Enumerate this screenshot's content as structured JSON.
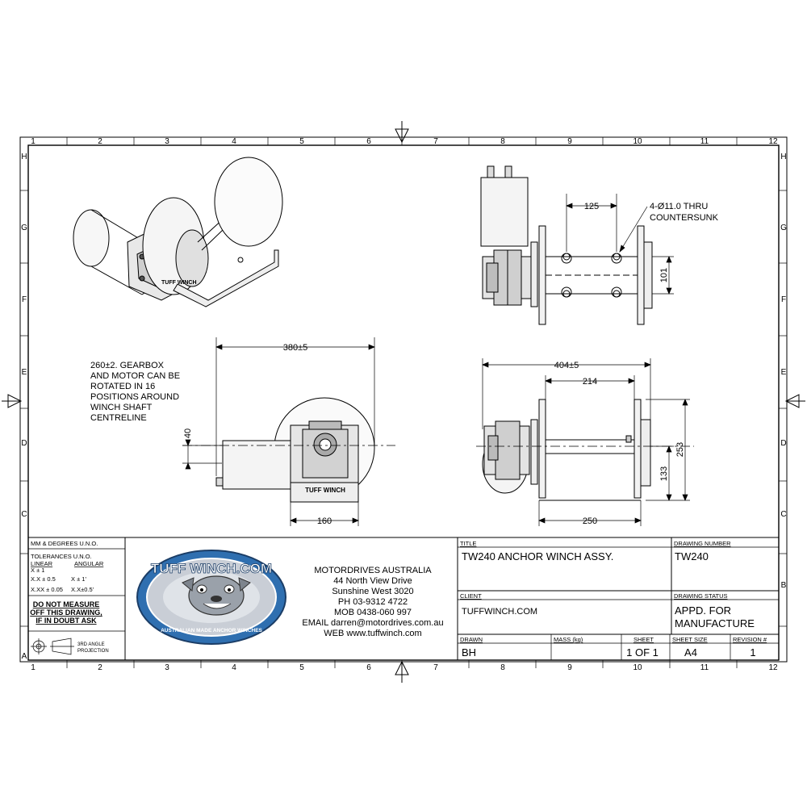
{
  "border": {
    "col_labels": [
      "1",
      "2",
      "3",
      "4",
      "5",
      "6",
      "7",
      "8",
      "9",
      "10",
      "11",
      "12"
    ],
    "row_labels": [
      "H",
      "G",
      "F",
      "E",
      "D",
      "C",
      "B",
      "A"
    ]
  },
  "notes": {
    "rotation_note": [
      "260±2. GEARBOX",
      "AND MOTOR CAN BE",
      "ROTATED IN 16",
      "POSITIONS AROUND",
      "WINCH SHAFT",
      "CENTRELINE"
    ],
    "hole_note": [
      "4-Ø11.0 THRU",
      "COUNTERSUNK"
    ]
  },
  "dimensions": {
    "d380": "380±5",
    "d40": "40",
    "d160": "160",
    "d125": "125",
    "d101": "101",
    "d404": "404±5",
    "d214": "214",
    "d253": "253",
    "d133": "133",
    "d250": "250"
  },
  "product_label": "TUFF WINCH",
  "title_block": {
    "tolerances": {
      "units": "MM & DEGREES U.N.O.",
      "tol_title": "TOLERANCES U.N.O.",
      "linear_hdr": "LINEAR",
      "angular_hdr": "ANGULAR",
      "l1": "X ± 1",
      "l2": "X.X ± 0.5",
      "l3": "X.XX ± 0.05",
      "a1": "X ± 1'",
      "a2": "X.X±0.5'",
      "warn1": "DO NOT MEASURE",
      "warn2": "OFF THIS DRAWING,",
      "warn3": "IF IN DOUBT ASK",
      "proj1": "3RD ANGLE",
      "proj2": "PROJECTION"
    },
    "logo": {
      "top": "TUFF WINCH.COM",
      "bottom": "AUSTRALIAN MADE ANCHOR WINCHES"
    },
    "company": {
      "name": "MOTORDRIVES AUSTRALIA",
      "addr1": "44 North View Drive",
      "addr2": "Sunshine West 3020",
      "ph": "PH 03-9312 4722",
      "mob": "MOB 0438-060 997",
      "email": "EMAIL darren@motordrives.com.au",
      "web": "WEB www.tuffwinch.com"
    },
    "title_hdr": "TITLE",
    "title_val": "TW240 ANCHOR WINCH ASSY.",
    "drawing_number_hdr": "DRAWING NUMBER",
    "drawing_number_val": "TW240",
    "client_hdr": "CLIENT",
    "client_val": "TUFFWINCH.COM",
    "status_hdr": "DRAWING STATUS",
    "status_val1": "APPD. FOR",
    "status_val2": "MANUFACTURE",
    "drawn_hdr": "DRAWN",
    "drawn_val": "BH",
    "mass_hdr": "MASS (kg)",
    "mass_val": "",
    "sheet_hdr": "SHEET",
    "sheet_val": "1  OF 1",
    "size_hdr": "SHEET SIZE",
    "size_val": "A4",
    "rev_hdr": "REVISION #",
    "rev_val": "1"
  },
  "colors": {
    "logo_blue": "#2f6fb0",
    "logo_silver": "#c9ced6",
    "line": "#000000"
  }
}
